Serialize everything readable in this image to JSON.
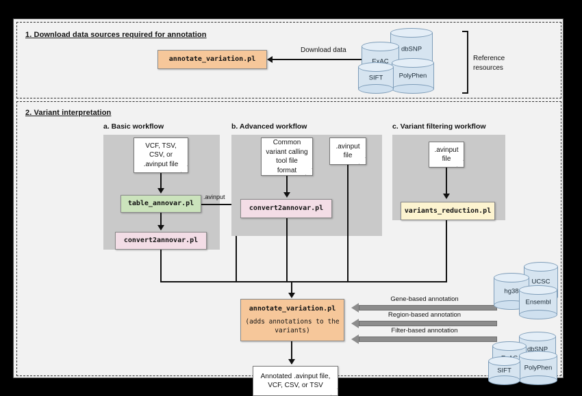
{
  "section1": {
    "title": "1. Download data sources required for annotation",
    "script_box": "annotate_variation.pl",
    "arrow_label": "Download data",
    "bracket_label_line1": "Reference",
    "bracket_label_line2": "resources",
    "databases": [
      "dbSNP",
      "ExAC",
      "SIFT",
      "PolyPhen"
    ]
  },
  "section2": {
    "title": "2. Variant interpretation",
    "workflow_a": {
      "title": "a. Basic workflow",
      "input_note": "VCF, TSV,\nCSV, or\n.avinput file",
      "step1": "table_annovar.pl",
      "step2": "convert2annovar.pl",
      "branch_label": ".avinput"
    },
    "workflow_b": {
      "title": "b. Advanced workflow",
      "input_note": "Common\nvariant calling\ntool file\nformat",
      "step1": "convert2annovar.pl",
      "side_note": ".avinput\nfile"
    },
    "workflow_c": {
      "title": "c. Variant filtering workflow",
      "input_note": ".avinput\nfile",
      "step1": "variants_reduction.pl"
    },
    "central": {
      "name": "annotate_variation.pl",
      "subtitle": "(adds annotations to the\nvariants)"
    },
    "annotation_arrows": [
      "Gene-based annotation",
      "Region-based annotation",
      "Filter-based annotation"
    ],
    "ref_databases_top": [
      "UCSC",
      "hg38",
      "Ensembl"
    ],
    "ref_databases_bottom": [
      "dbSNP",
      "ExAC",
      "SIFT",
      "PolyPhen"
    ],
    "output_note": "Annotated .avinput file,\nVCF, CSV, or TSV"
  },
  "colors": {
    "orange": "#f6c79a",
    "green": "#cbe3bc",
    "pink": "#f3dde6",
    "yellow": "#fdf4d0",
    "panel_gray": "#c9c9c9",
    "arrow_gray": "#8c8c8c",
    "cylinder": "#d6e4f0",
    "background": "#f2f2f2"
  }
}
